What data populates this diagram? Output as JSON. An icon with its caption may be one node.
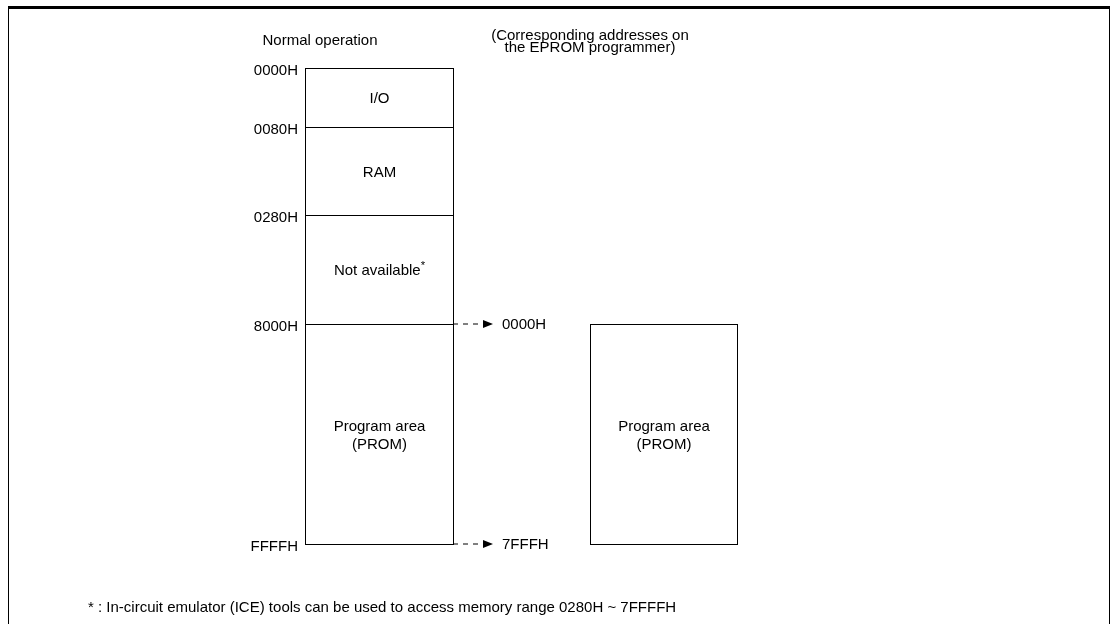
{
  "diagram": {
    "nodes": [
      {
        "text": [
          "I/O"
        ]
      },
      {
        "text": [
          "RAM"
        ]
      },
      {
        "text": [
          "Not available$^{*}$"
        ]
      },
      {
        "text": [
          "Program area (PROM)"
        ]
      },
      {
        "text": [
          "0000H"
        ]
      },
      {
        "text": [
          "7FFFH"
        ]
      },
      {
        "text": [
          "Program area (PROM)"
        ]
      }
    ],
    "edges": [
      {
        "from": 3,
        "to": 4,
        "arrow": "to",
        "style": "dashed"
      },
      {
        "from": 3,
        "to": 5,
        "arrow": "to",
        "style": "dashed"
      }
    ],
    "labels": [
      "Normal operation",
      "(Corresponding addresses on the EPROM programmer)",
      "0000H",
      "0080H",
      "0280H",
      "8000H",
      "FFFFH",
      "* : In-circuit emulator (ICE) tools can be used to access memory range 0280H ~ 7FFFFH"
    ]
  }
}
